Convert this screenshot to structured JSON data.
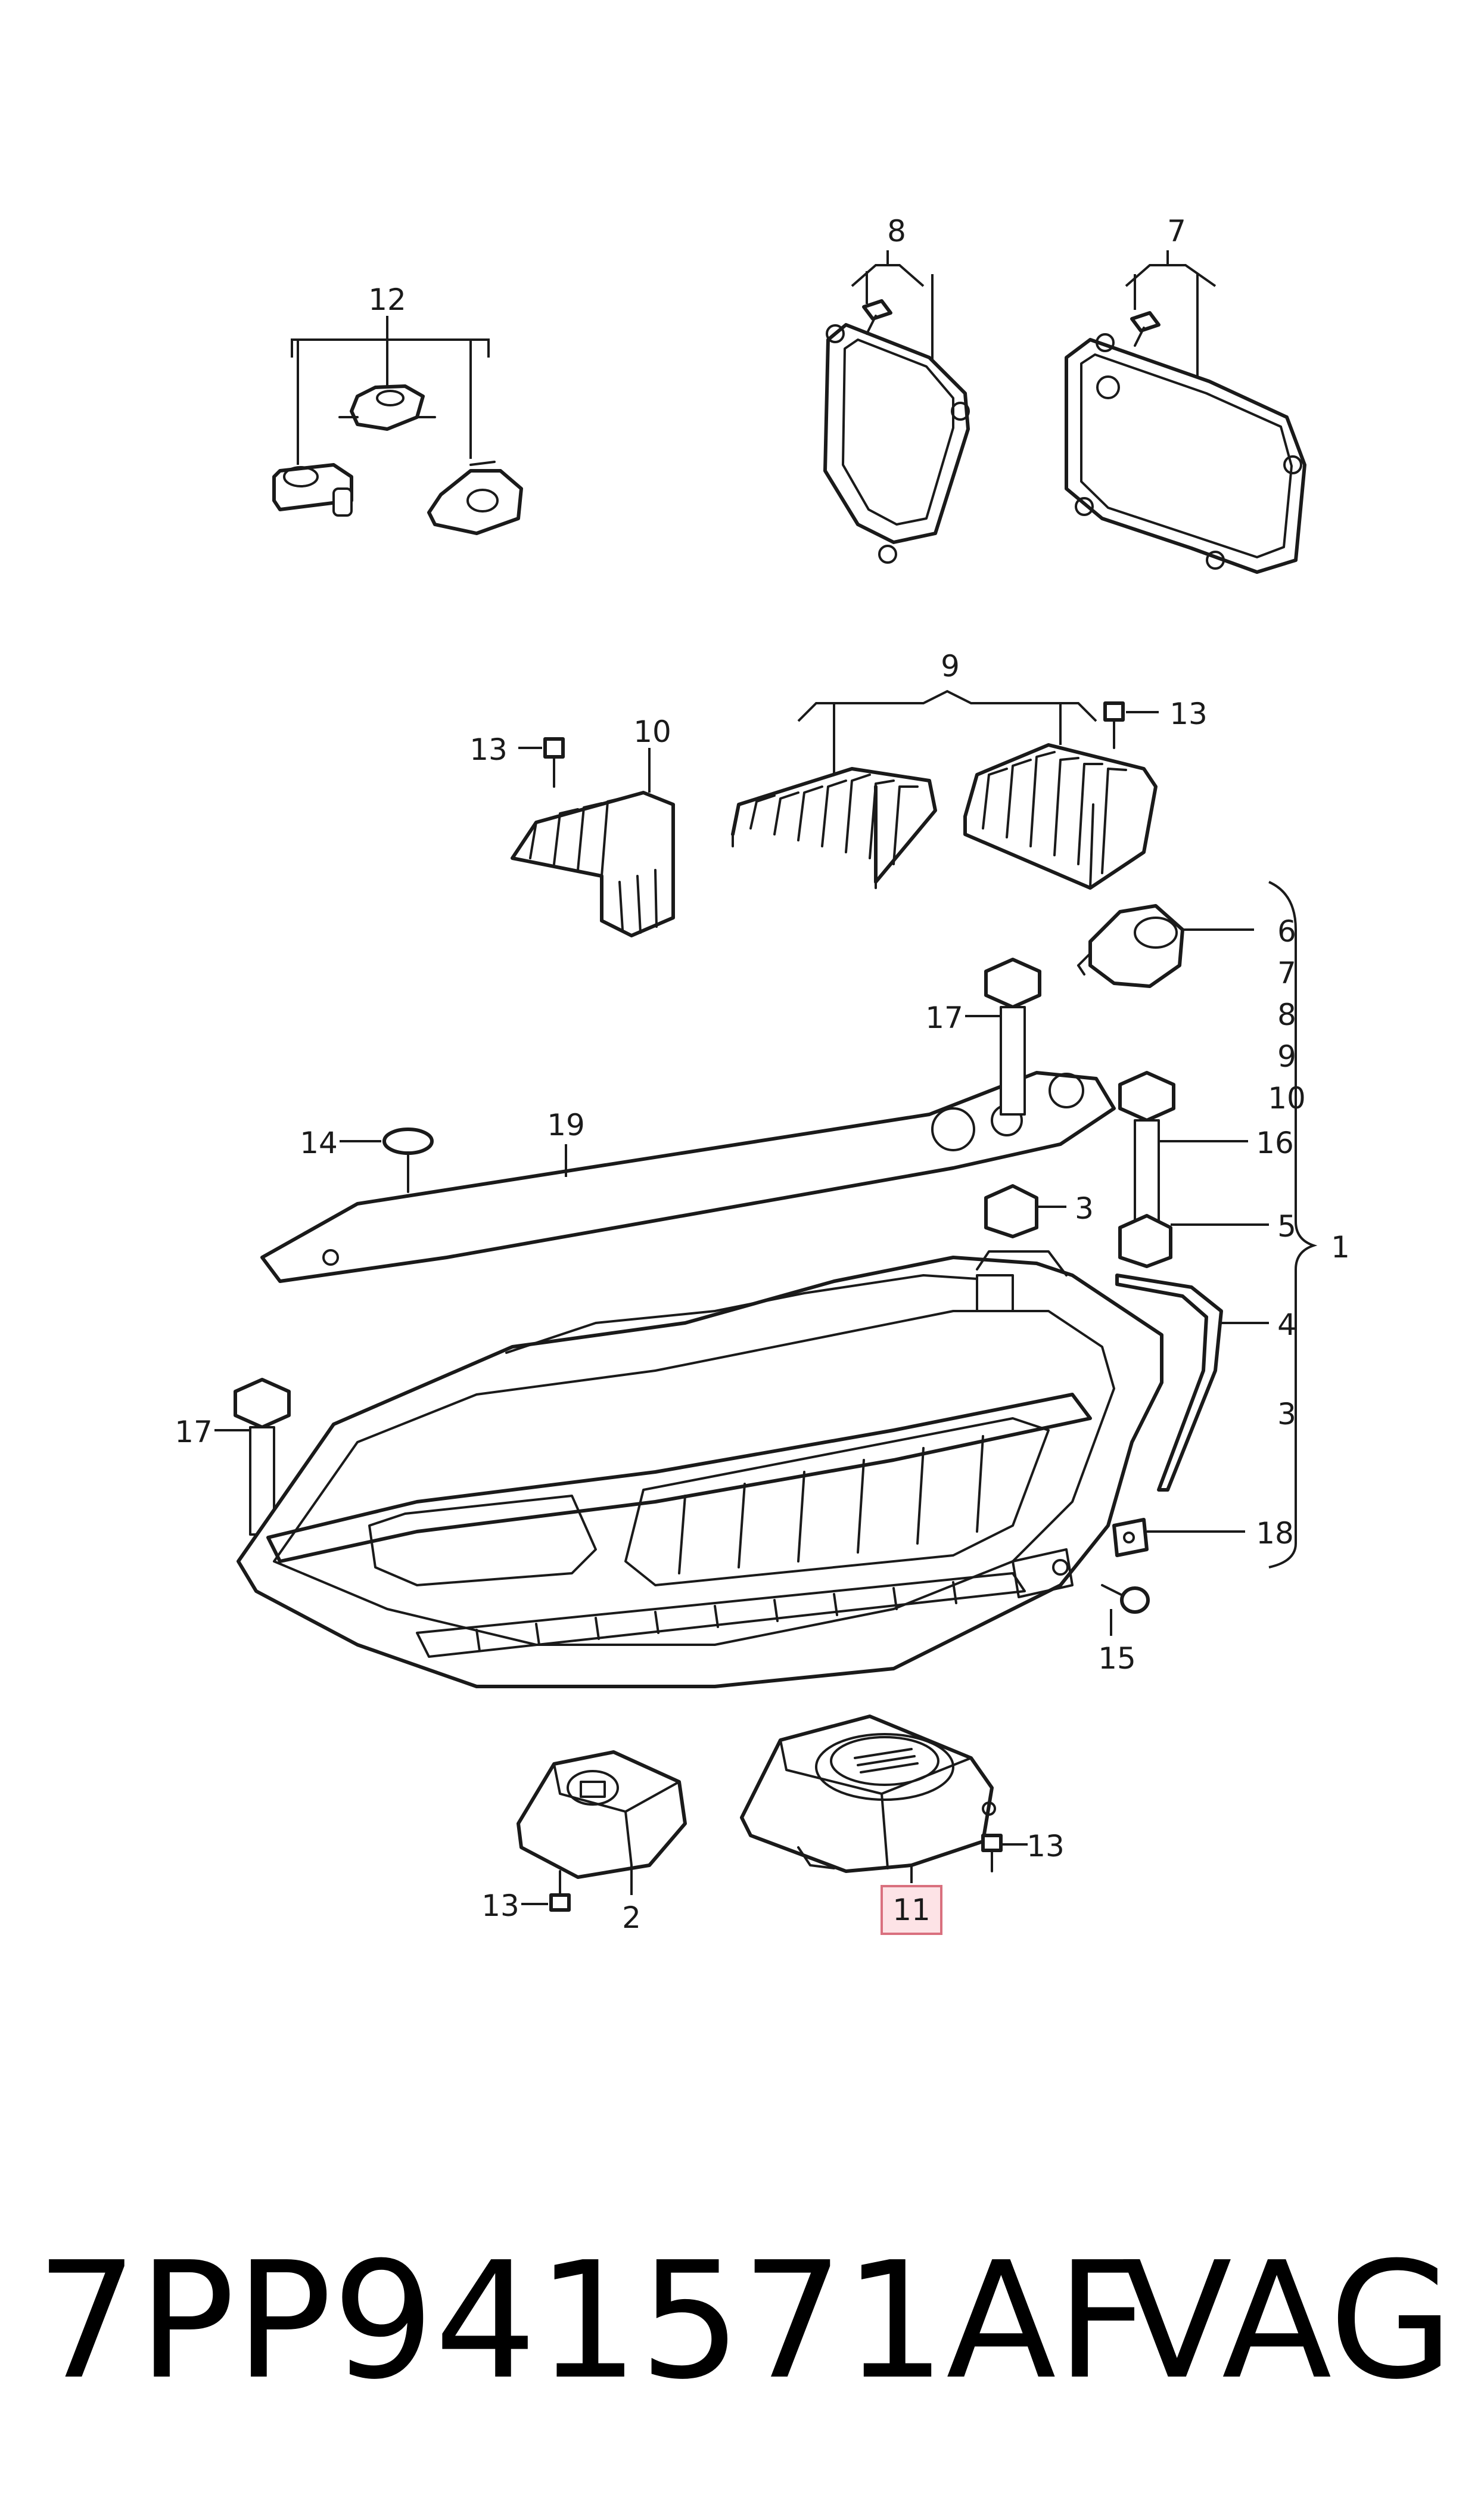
{
  "callouts": {
    "c1": "1",
    "c2": "2",
    "c3a": "3",
    "c3b": "3",
    "c4": "4",
    "c5": "5",
    "c6": "6",
    "c7a": "7",
    "c7b": "7",
    "c8a": "8",
    "c8b": "8",
    "c9a": "9",
    "c9b": "9",
    "c10a": "10",
    "c10b": "10",
    "c11": "11",
    "c12": "12",
    "c13a": "13",
    "c13b": "13",
    "c13c": "13",
    "c13d": "13",
    "c14": "14",
    "c15": "15",
    "c16": "16",
    "c17a": "17",
    "c17b": "17",
    "c18": "18",
    "c19": "19"
  },
  "highlighted_callout": "11",
  "caption": {
    "part_number": "7PP941571AF",
    "brand": "VAG"
  }
}
